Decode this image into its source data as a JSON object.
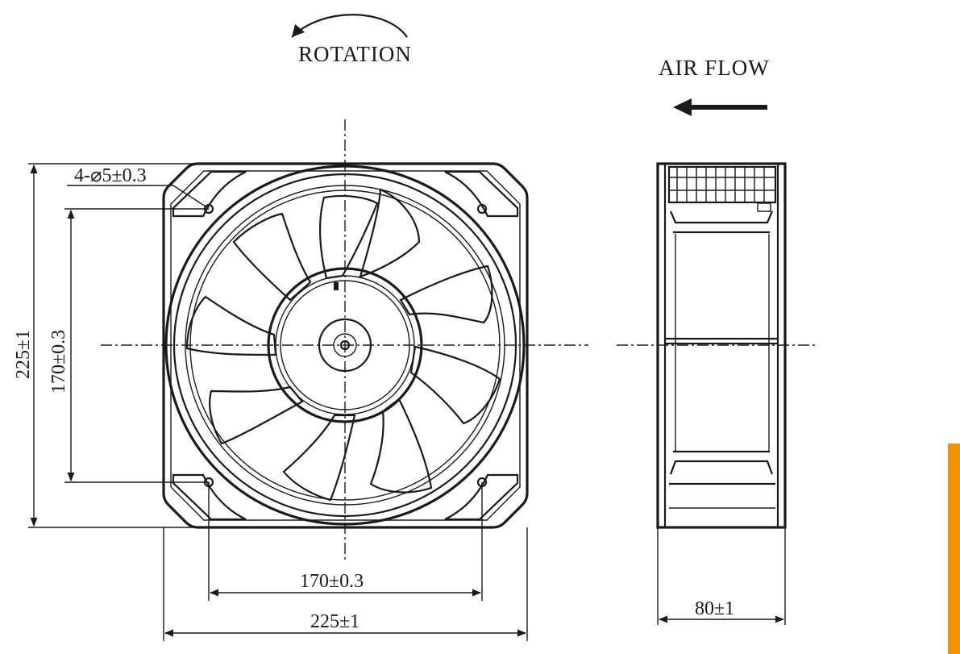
{
  "labels": {
    "rotation": "ROTATION",
    "air_flow": "AIR FLOW",
    "holes": "4-⌀5±0.3",
    "height_outer": "225±1",
    "height_hole": "170±0.3",
    "width_hole": "170±0.3",
    "width_outer": "225±1",
    "depth": "80±1"
  },
  "colors": {
    "line": "#1a1a1a",
    "accent": "#f29100"
  },
  "icons": {
    "rotation_arrow": "curved-arrow-left-icon",
    "airflow_arrow": "arrow-left-icon"
  }
}
